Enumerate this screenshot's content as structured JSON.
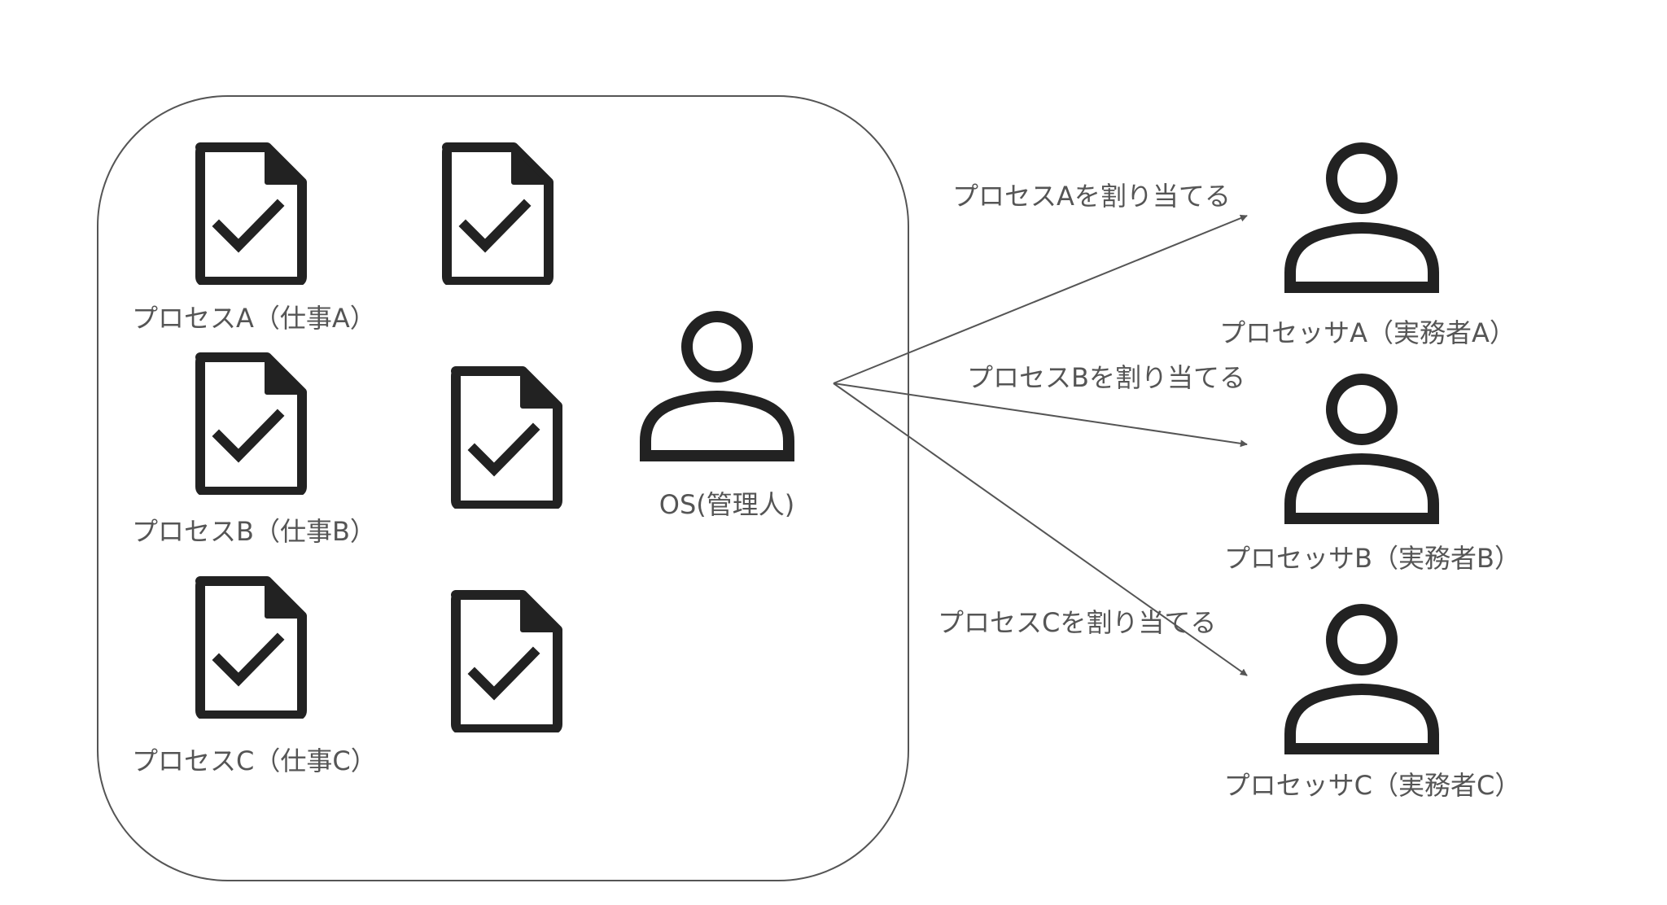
{
  "colors": {
    "icon": "#222222",
    "text": "#555555",
    "line": "#555555",
    "background": "#ffffff"
  },
  "icons": {
    "document": "document-check-icon",
    "person": "person-icon"
  },
  "processes": [
    {
      "label": "プロセスA（仕事A）"
    },
    {
      "label": "プロセスB（仕事B）"
    },
    {
      "label": "プロセスC（仕事C）"
    }
  ],
  "os": {
    "label": "OS(管理人)"
  },
  "processors": [
    {
      "label": "プロセッサA（実務者A）"
    },
    {
      "label": "プロセッサB（実務者B）"
    },
    {
      "label": "プロセッサC（実務者C）"
    }
  ],
  "assignments": [
    {
      "label": "プロセスAを割り当てる"
    },
    {
      "label": "プロセスBを割り当てる"
    },
    {
      "label": "プロセスCを割り当てる"
    }
  ]
}
